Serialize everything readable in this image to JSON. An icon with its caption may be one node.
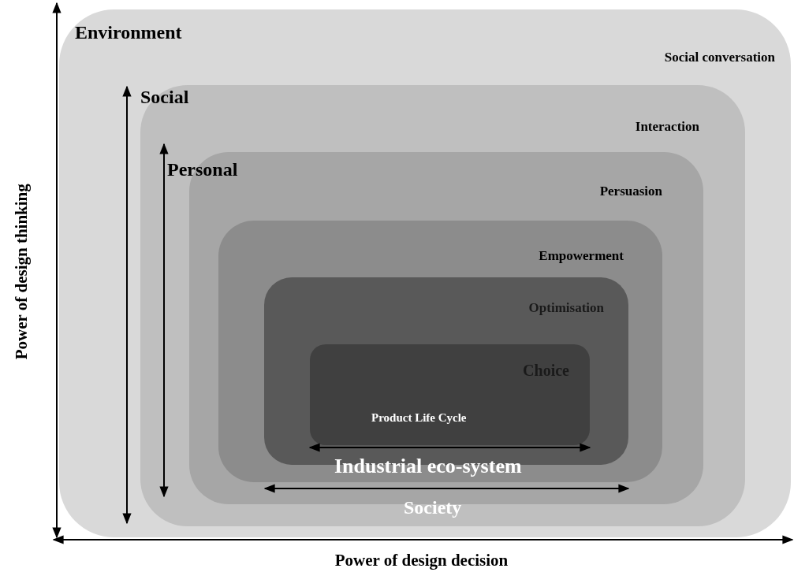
{
  "diagram": {
    "nodes": [
      {
        "text": [
          "Environment",
          "Social conversation"
        ]
      },
      {
        "text": [
          "Social",
          "Interaction",
          "Society"
        ],
        "in": 0
      },
      {
        "text": [
          "Personal",
          "Persuasion"
        ],
        "in": 1
      },
      {
        "text": [
          "Empowerment",
          "Industrial eco-system"
        ],
        "in": 2
      },
      {
        "text": [
          "Optimisation"
        ],
        "in": 3
      },
      {
        "text": [
          "Choice",
          "Product Life Cycle"
        ],
        "in": 4
      }
    ],
    "labels": [
      "Power of design thinking",
      "Power of design decision"
    ]
  }
}
